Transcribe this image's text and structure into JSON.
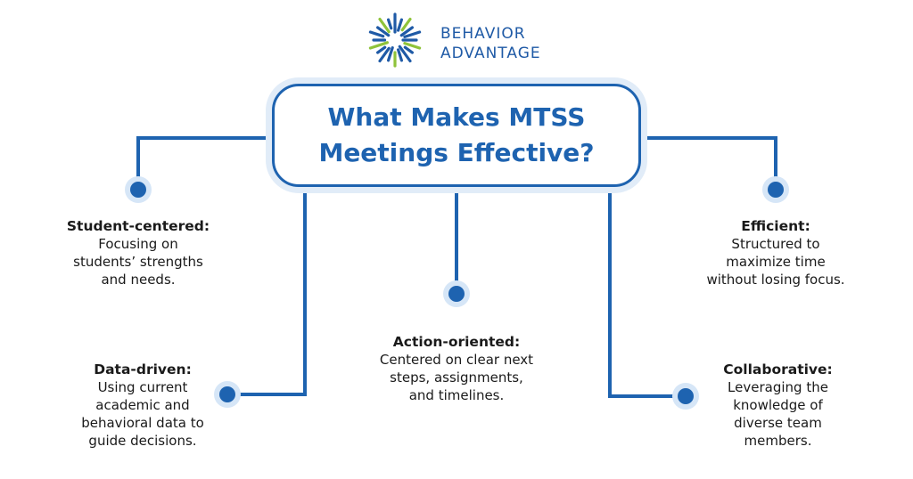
{
  "logo": {
    "brand_line1": "BEHAVIOR",
    "brand_line2": "ADVANTAGE",
    "colors": {
      "blue": "#1f5aa6",
      "green": "#8fc33a"
    },
    "icon": "starburst-logo-icon"
  },
  "title": {
    "line1": "What Makes MTSS",
    "line2": "Meetings Effective?"
  },
  "items": [
    {
      "heading": "Student-centered:",
      "body": [
        "Focusing on",
        "students’ strengths",
        "and needs."
      ]
    },
    {
      "heading": "Data-driven:",
      "body": [
        "Using current",
        "academic and",
        "behavioral data to",
        "guide decisions."
      ]
    },
    {
      "heading": "Action-oriented:",
      "body": [
        "Centered on clear next",
        "steps, assignments,",
        "and timelines."
      ]
    },
    {
      "heading": "Efficient:",
      "body": [
        "Structured to",
        "maximize time",
        "without losing focus."
      ]
    },
    {
      "heading": "Collaborative:",
      "body": [
        "Leveraging the",
        "knowledge of",
        "diverse team",
        "members."
      ]
    }
  ],
  "colors": {
    "primary": "#1e63b0",
    "halo": "#d6e6f7",
    "text": "#1a1a1a"
  }
}
